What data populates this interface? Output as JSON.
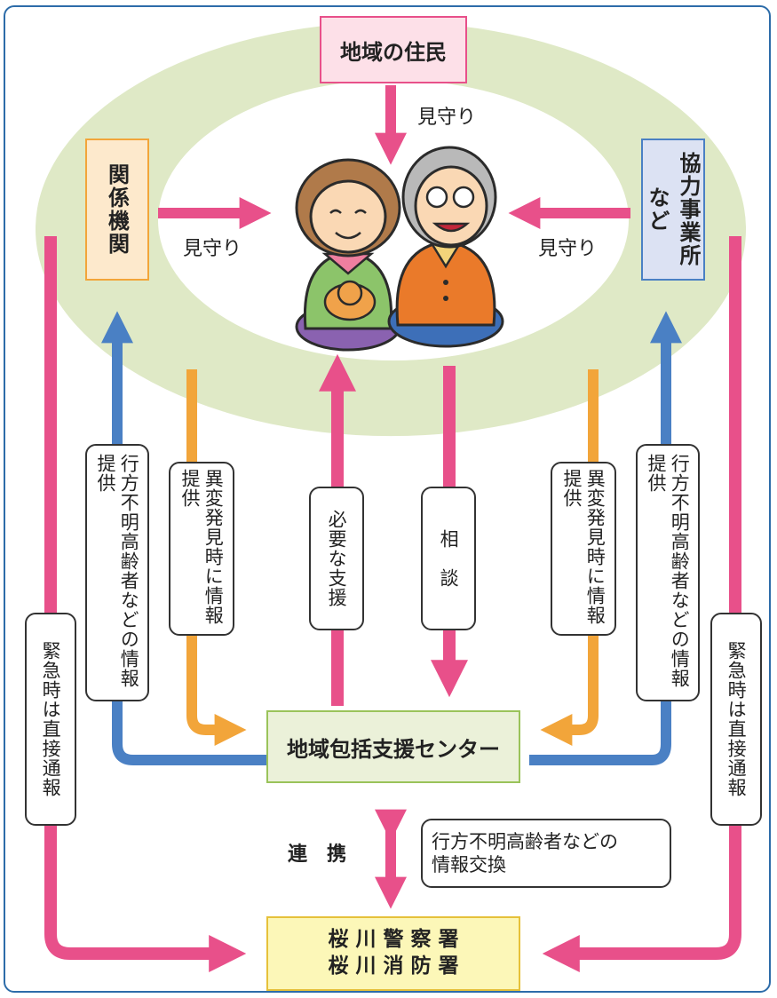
{
  "nodes": {
    "residents": "地域の住民",
    "related_agencies": "関係機関",
    "cooperating_businesses": "協力事業所など",
    "center": "地域包括支援センター",
    "police": "桜 川 警 察 署",
    "fire": "桜 川 消 防 署"
  },
  "labels": {
    "watch_top": "見守り",
    "watch_left": "見守り",
    "watch_right": "見守り",
    "missing_info_left": "行方不明高齢者などの情報提供",
    "anomaly_left": "異変発見時に情報提供",
    "support": "必要な支援",
    "consult": "相　談",
    "anomaly_right": "異変発見時に情報提供",
    "missing_info_right": "行方不明高齢者などの情報提供",
    "emergency_left": "緊急時は直接通報",
    "emergency_right": "緊急時は直接通報",
    "cooperation": "連　携",
    "exchange": "行方不明高齢者などの\n情報交換"
  },
  "colors": {
    "pink": "#e8508a",
    "blue": "#4a80c4",
    "orange": "#f2a53a",
    "ring": "#dfe9c6",
    "frame": "#2d6ca9"
  }
}
